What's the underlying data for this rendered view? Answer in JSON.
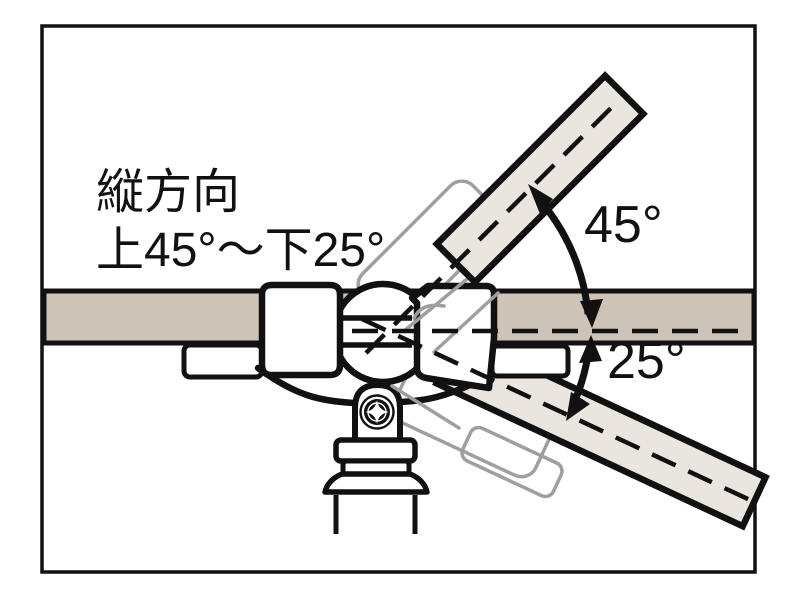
{
  "diagram": {
    "caption_line1": "縦方向",
    "caption_line2": "上45°〜下25°",
    "label_upper_angle": "45°",
    "label_lower_angle": "25°"
  },
  "angles": {
    "up_max_deg": 45,
    "down_max_deg": 25
  },
  "colors": {
    "background": "#ffffff",
    "ink": "#111111",
    "pipe_horizontal": "#cdc3b7",
    "pipe_diagonal": "#eae6df",
    "ghost": "#9f9f9f"
  }
}
